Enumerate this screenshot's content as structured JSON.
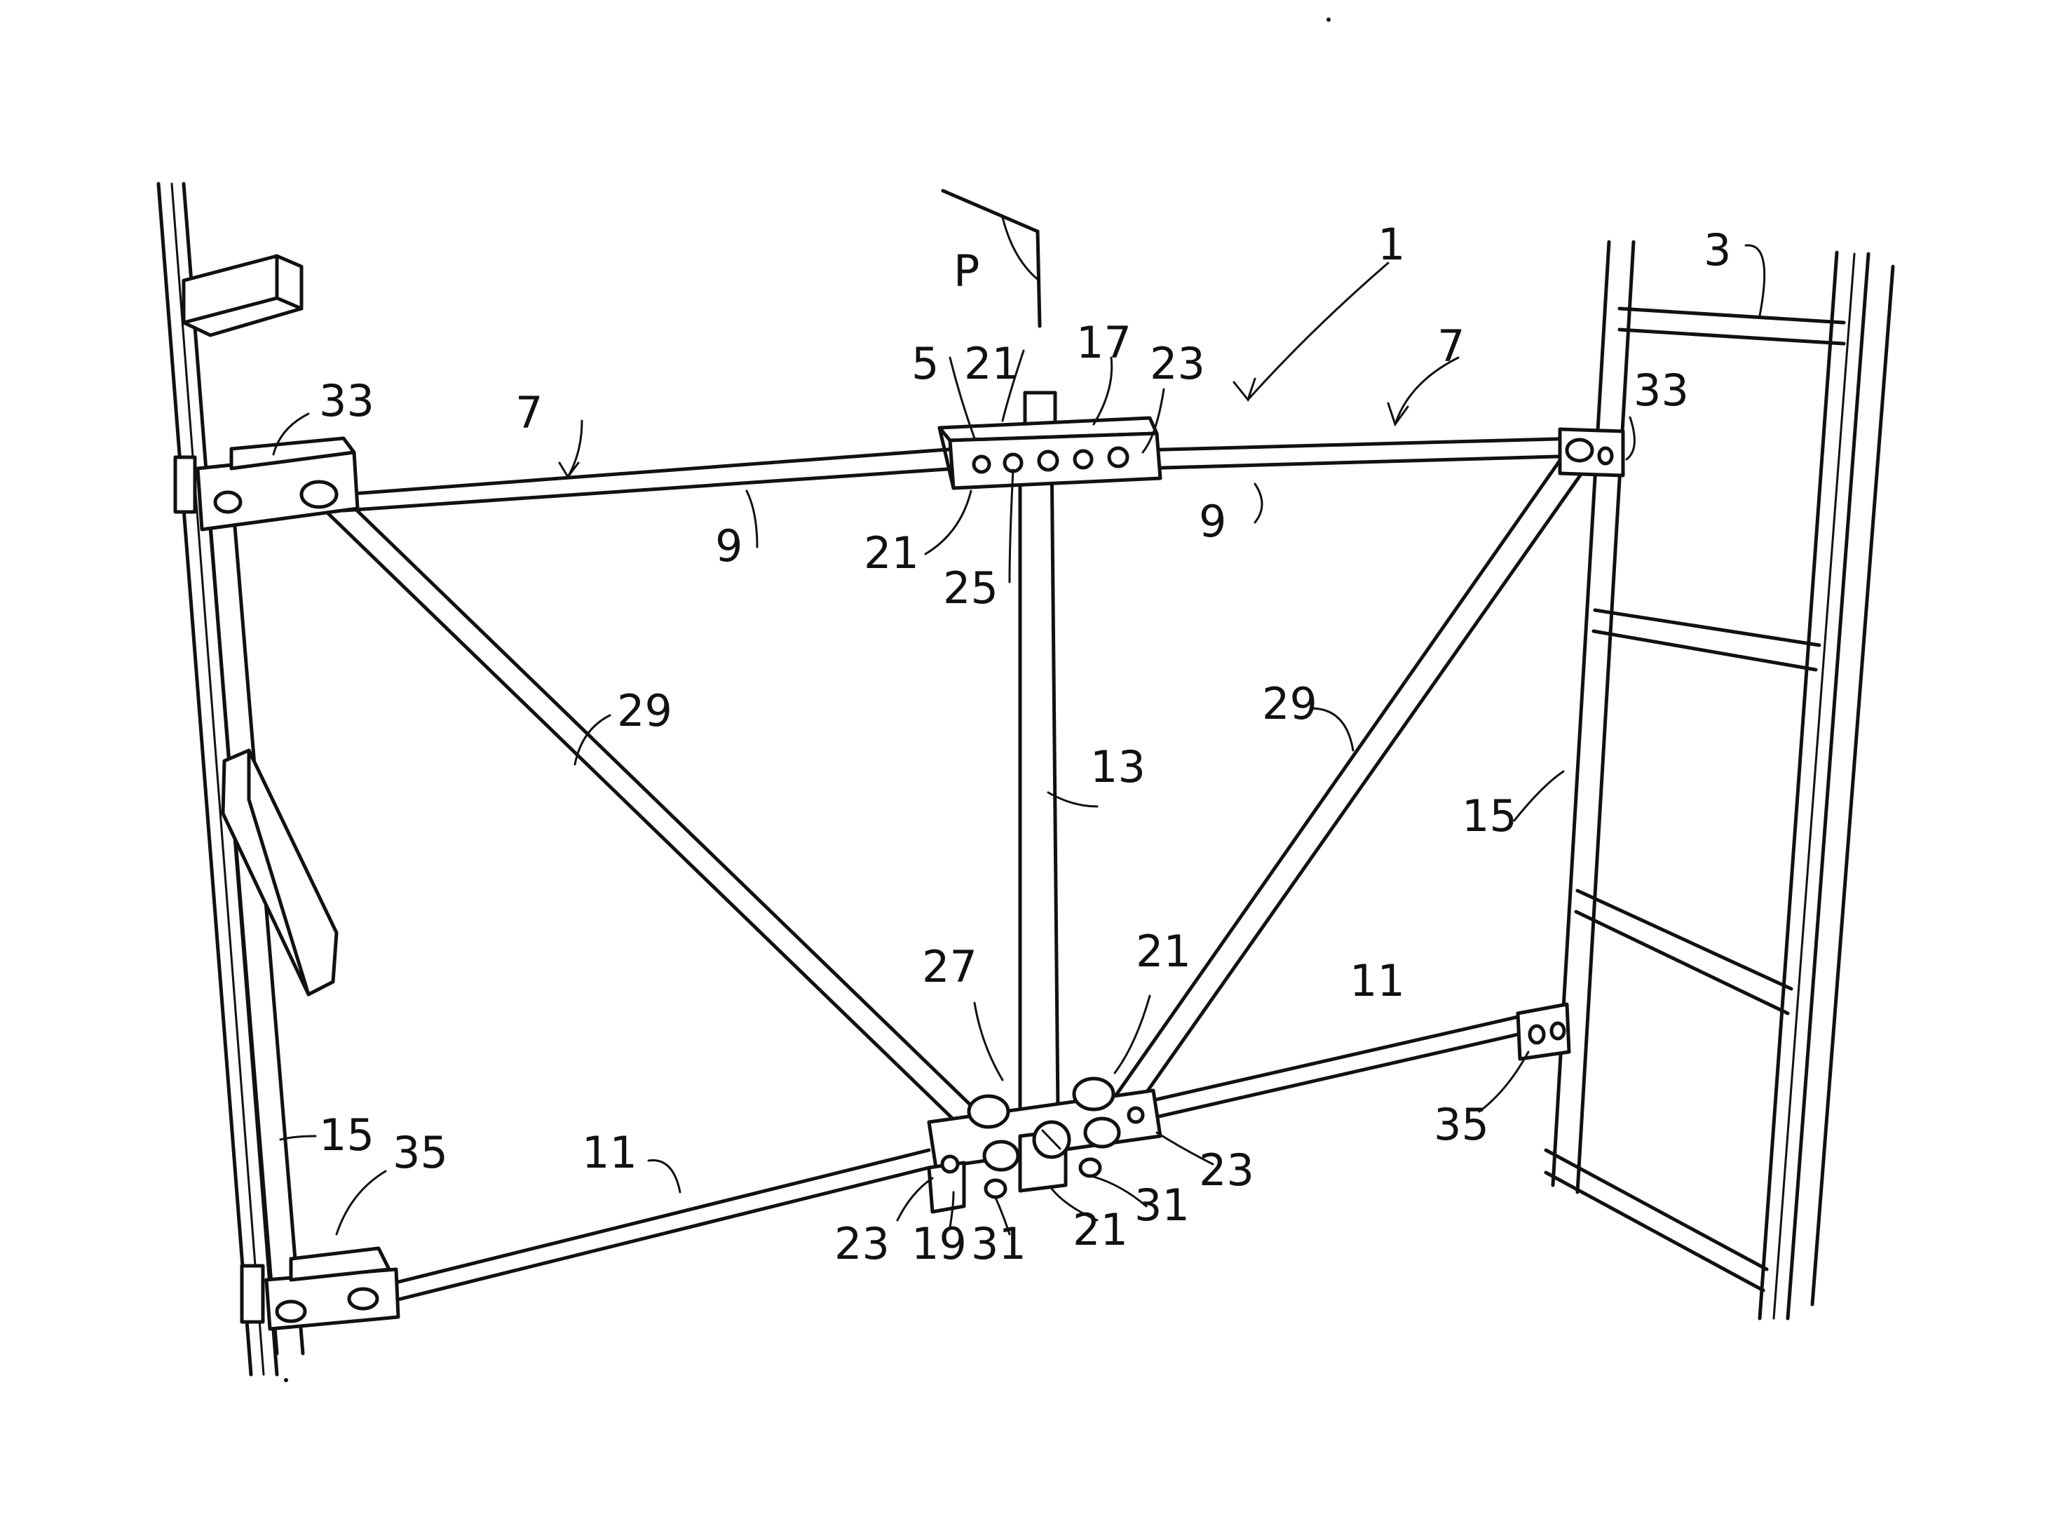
{
  "figure": {
    "labels": {
      "assembly": "1",
      "right_ladder": "3",
      "top_clamp": "5",
      "top_beam_left": "7",
      "top_beam_right": "7",
      "top_rail_left": "9",
      "top_rail_right": "9",
      "bottom_rail_left": "11",
      "bottom_rail_right": "11",
      "center_post": "13",
      "left_upright": "15",
      "right_upright": "15",
      "top_clamp_cap": "17",
      "bottom_clamp": "19",
      "top_bolt_upper": "21",
      "top_bolt_lower": "21",
      "bottom_bolt_upper": "21",
      "bottom_bolt_lower": "21",
      "top_hole_right": "23",
      "bottom_hole_left": "23",
      "bottom_hole_right": "23",
      "hole_row": "25",
      "hook": "27",
      "left_strut": "29",
      "right_strut": "29",
      "bottom_pin_left": "31",
      "bottom_pin_right": "31",
      "left_top_bracket": "33",
      "right_top_bracket": "33",
      "left_bottom_bracket": "35",
      "right_bottom_bracket": "35",
      "plane": "P"
    }
  }
}
